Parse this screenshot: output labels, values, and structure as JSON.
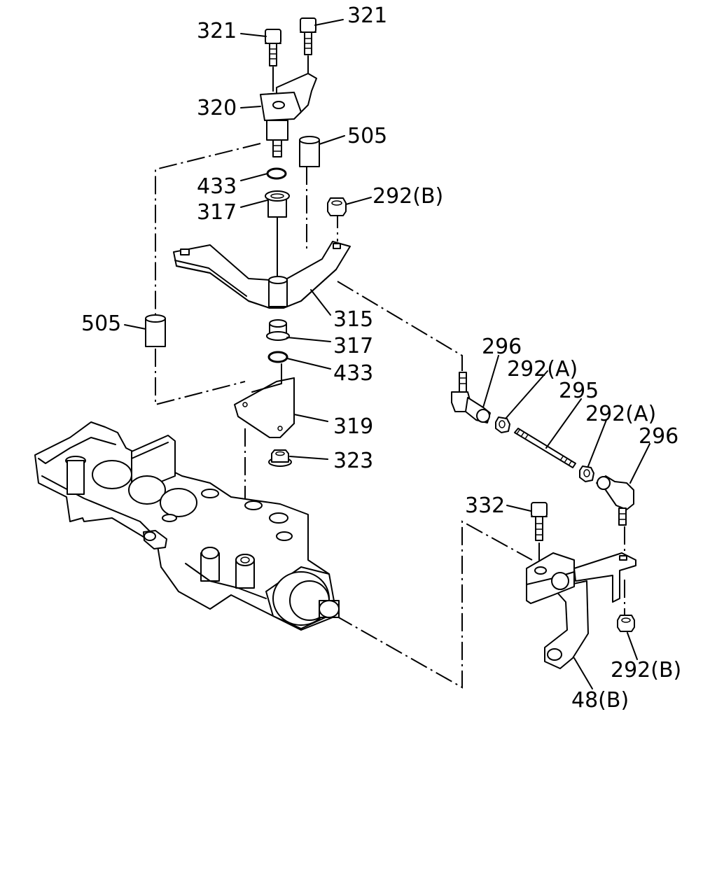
{
  "callouts": [
    {
      "id": "c321a",
      "text": "321"
    },
    {
      "id": "c321b",
      "text": "321"
    },
    {
      "id": "c320",
      "text": "320"
    },
    {
      "id": "c505a",
      "text": "505"
    },
    {
      "id": "c433a",
      "text": "433"
    },
    {
      "id": "c292b1",
      "text": "292(B)"
    },
    {
      "id": "c317a",
      "text": "317"
    },
    {
      "id": "c315",
      "text": "315"
    },
    {
      "id": "c505b",
      "text": "505"
    },
    {
      "id": "c317b",
      "text": "317"
    },
    {
      "id": "c433b",
      "text": "433"
    },
    {
      "id": "c319",
      "text": "319"
    },
    {
      "id": "c323",
      "text": "323"
    },
    {
      "id": "c296a",
      "text": "296"
    },
    {
      "id": "c292a1",
      "text": "292(A)"
    },
    {
      "id": "c295",
      "text": "295"
    },
    {
      "id": "c292a2",
      "text": "292(A)"
    },
    {
      "id": "c296b",
      "text": "296"
    },
    {
      "id": "c332",
      "text": "332"
    },
    {
      "id": "c292b2",
      "text": "292(B)"
    },
    {
      "id": "c48b",
      "text": "48(B)"
    }
  ]
}
